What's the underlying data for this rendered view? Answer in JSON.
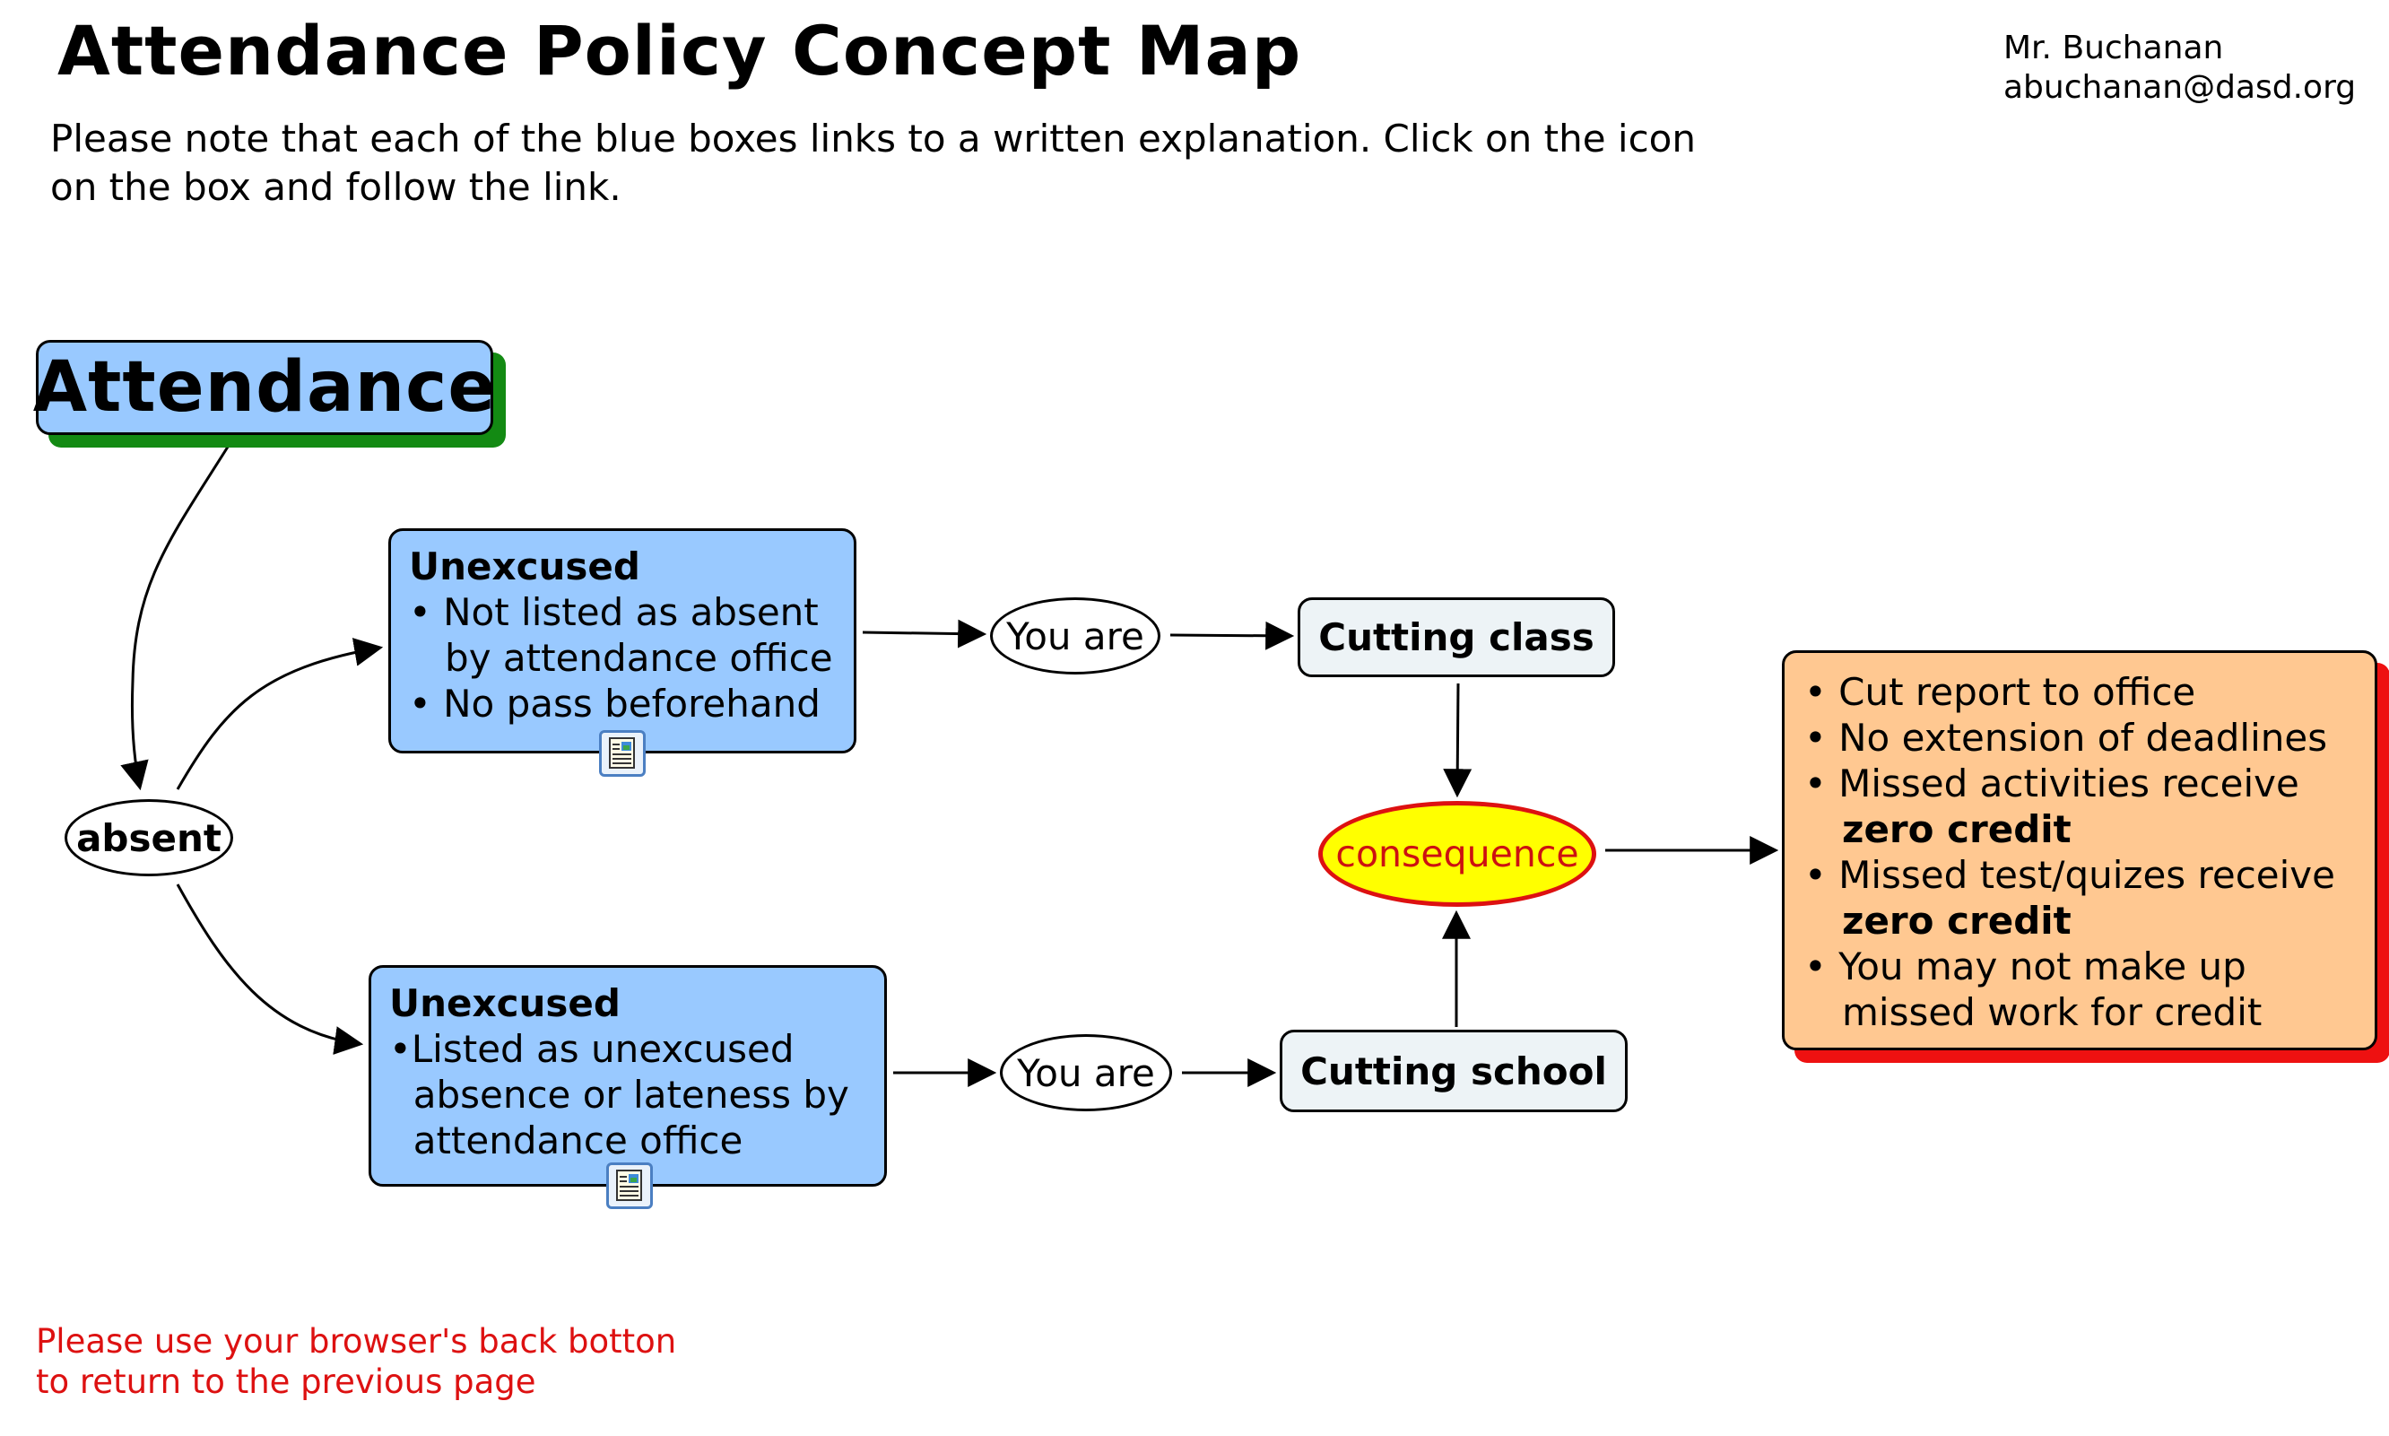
{
  "header": {
    "title": "Attendance Policy Concept Map",
    "author_name": "Mr. Buchanan",
    "author_email": "abuchanan@dasd.org",
    "note": "Please note that each of the blue boxes links to a written explanation. Click on the icon on the box and follow the link."
  },
  "nodes": {
    "attendance": "Attendance",
    "absent": "absent",
    "unexcused_top": {
      "heading": "Unexcused",
      "lines": [
        "• Not listed as absent",
        "   by attendance office",
        "• No pass beforehand"
      ]
    },
    "unexcused_bottom": {
      "heading": "Unexcused",
      "lines": [
        "•Listed as unexcused",
        "  absence or lateness by",
        "  attendance office"
      ]
    },
    "you_are_top": "You are",
    "you_are_bottom": "You are",
    "cutting_class": "Cutting class",
    "cutting_school": "Cutting school",
    "consequence": "consequence",
    "consequences_list": {
      "l1": "• Cut report to office",
      "l2": "• No extension of deadlines",
      "l3": "• Missed activities receive",
      "l4": "zero credit",
      "l5": "• Missed test/quizes receive",
      "l6": "zero credit",
      "l7": "• You may not make up",
      "l8": "missed work for credit"
    }
  },
  "icons": {
    "link_top": "document-link-icon",
    "link_bottom": "document-link-icon"
  },
  "footer": {
    "line1": "Please use your browser's back botton",
    "line2": "to return to the previous page"
  },
  "colors": {
    "blue_box": "#99c9ff",
    "attendance_shadow": "#138a13",
    "consequence_fill": "#ffff00",
    "consequence_border": "#dd1111",
    "orange_box": "#ffc891",
    "orange_shadow": "#ee1111",
    "footer_text": "#dd1111"
  }
}
